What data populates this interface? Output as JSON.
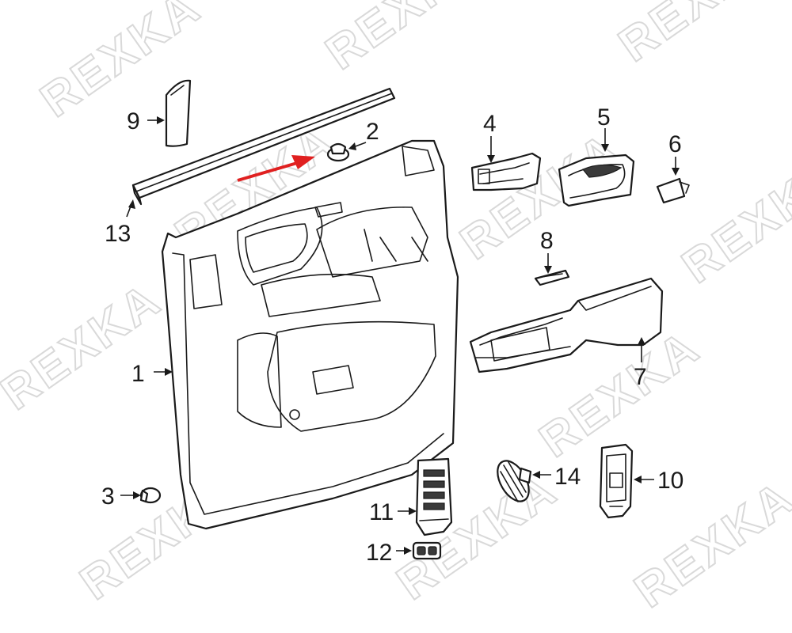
{
  "watermark": {
    "text": "REXKA"
  },
  "accent_color": "#e02020",
  "callouts": [
    {
      "id": "1",
      "label": "1"
    },
    {
      "id": "2",
      "label": "2"
    },
    {
      "id": "3",
      "label": "3"
    },
    {
      "id": "4",
      "label": "4"
    },
    {
      "id": "5",
      "label": "5"
    },
    {
      "id": "6",
      "label": "6"
    },
    {
      "id": "7",
      "label": "7"
    },
    {
      "id": "8",
      "label": "8"
    },
    {
      "id": "9",
      "label": "9"
    },
    {
      "id": "10",
      "label": "10"
    },
    {
      "id": "11",
      "label": "11"
    },
    {
      "id": "12",
      "label": "12"
    },
    {
      "id": "13",
      "label": "13"
    },
    {
      "id": "14",
      "label": "14"
    }
  ]
}
